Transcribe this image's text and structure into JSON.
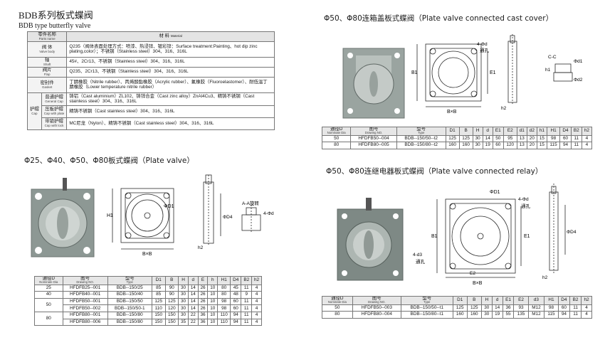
{
  "header": {
    "title_cn": "BDB系列板式蝶阀",
    "title_en": "BDB type butterfly valve"
  },
  "materials": {
    "header": {
      "part_cn": "零件名称",
      "part_en": "Parts name",
      "material_cn": "材 料",
      "material_en": "Material"
    },
    "rows": [
      {
        "part_cn": "阀 体",
        "part_en": "Valve body",
        "material": "Q235（阀体表面处理方式：喷漆、热浸锌、镀彩锌：Surface treatment:Painting、hot dip zinc plating,color）；不锈钢（Stainless steel）304、316、316L"
      },
      {
        "part_cn": "轴",
        "part_en": "Shaft",
        "material": "45#、2Cr13、不锈钢（Stainless steel）304、316、316L"
      },
      {
        "part_cn": "阀片",
        "part_en": "Flap",
        "material": "Q235、2Cr13、不锈钢（Stainless steel）304、316、316L"
      },
      {
        "part_cn": "密封件",
        "part_en": "Gasket",
        "material": "丁腈橡胶（Nitrile rubber）、丙烯酸酯橡胶（Acrylic rubber）、氟橡胶（Fluoroelastomer）、耐低温丁腈橡胶（Lower temperature nitrile rubber）"
      }
    ],
    "cap": {
      "group_cn": "护帽",
      "group_en": "Cap",
      "rows": [
        {
          "part_cn": "普通护帽",
          "part_en": "General Cap",
          "material": "铸铝（Cast aluminium）ZL102、铸锌合金（Cast zinc alloy）ZnAl4Cu3、精铸不锈钢（Cast stainless steel）304、316、316L"
        },
        {
          "part_cn": "压板护帽",
          "part_en": "Cap with plate",
          "material": "精铸不锈钢（Cast stainless steel）304、316、316L"
        },
        {
          "part_cn": "带锁护帽",
          "part_en": "Cap with lock",
          "material": "MC尼龙（Nylon）、精铸不锈钢（Cast stainless steel）304、316、316L"
        }
      ]
    }
  },
  "sections": {
    "plate": "Φ25、Φ40、Φ50、Φ80板式蝶阀（Plate valve）",
    "cover": "Φ50、Φ80连箱盖板式蝶阀（Plate valve connected cast cover）",
    "relay": "Φ50、Φ80连继电器板式蝶阀（Plate valve connected relay）"
  },
  "labels": {
    "bxb": "B×B",
    "b1": "B1",
    "d": "d",
    "h": "h",
    "h1": "H1",
    "h2": "H2",
    "hh1": "h1",
    "hh2": "h2",
    "e1": "E1",
    "e2": "E2",
    "d1": "ΦD1",
    "d4": "ΦD4",
    "d_phi": "Φd",
    "phi_d1": "Φd1",
    "phi_d2": "Φd2",
    "aa": "A-A旋转",
    "a": "A",
    "holes4": "4-Φd",
    "holes4b": "4-Φd",
    "tonghole": "通孔",
    "cc": "C-C",
    "c": "C",
    "d3": "4-d3",
    "tong2": "通孔",
    "d_label": "ΦD"
  },
  "tables": {
    "plate": {
      "headers": [
        {
          "cn": "通径D",
          "en": "Nominate Dia"
        },
        {
          "cn": "图号",
          "en": "Drawing NO."
        },
        {
          "cn": "型号",
          "en": "Type"
        },
        {
          "cn": "D1"
        },
        {
          "cn": "B"
        },
        {
          "cn": "H"
        },
        {
          "cn": "d"
        },
        {
          "cn": "E"
        },
        {
          "cn": "h"
        },
        {
          "cn": "H1"
        },
        {
          "cn": "D4"
        },
        {
          "cn": "B2"
        },
        {
          "cn": "h2"
        }
      ],
      "rows": [
        [
          "25",
          "HFDFB25--001",
          "BDB--150/25",
          "85",
          "90",
          "30",
          "14",
          "26",
          "10",
          "80",
          "45",
          "11",
          "4"
        ],
        [
          "40",
          "HFDFB40--001",
          "BDB--150/40",
          "85",
          "90",
          "30",
          "14",
          "26",
          "10",
          "80",
          "48",
          "9",
          "4"
        ],
        [
          "50",
          "HFDFB50--001",
          "BDB--150/50",
          "125",
          "125",
          "30",
          "14",
          "26",
          "10",
          "98",
          "60",
          "11",
          "4"
        ],
        [
          "",
          "HFDFB50--002",
          "BDB--150/50-1",
          "110",
          "120",
          "30",
          "14",
          "26",
          "10",
          "98",
          "60",
          "11",
          "4"
        ],
        [
          "80",
          "HFDFB80--001",
          "BDB--150/80",
          "150",
          "150",
          "30",
          "22",
          "36",
          "10",
          "110",
          "94",
          "11",
          "4"
        ],
        [
          "",
          "HFDFB80--006",
          "BDB--150/80",
          "150",
          "150",
          "35",
          "22",
          "36",
          "10",
          "110",
          "94",
          "11",
          "4"
        ]
      ]
    },
    "cover": {
      "headers": [
        {
          "cn": "通径D",
          "en": "Nominate Dia"
        },
        {
          "cn": "图号",
          "en": "Drawing NO."
        },
        {
          "cn": "型号",
          "en": "Type"
        },
        {
          "cn": "D1"
        },
        {
          "cn": "B"
        },
        {
          "cn": "H"
        },
        {
          "cn": "d"
        },
        {
          "cn": "E1"
        },
        {
          "cn": "E2"
        },
        {
          "cn": "d1"
        },
        {
          "cn": "d2"
        },
        {
          "cn": "h1"
        },
        {
          "cn": "H1"
        },
        {
          "cn": "D4"
        },
        {
          "cn": "B2"
        },
        {
          "cn": "h2"
        }
      ],
      "rows": [
        [
          "50",
          "HFDFB50--004",
          "BDB--150/50--t2",
          "125",
          "125",
          "30",
          "14",
          "50",
          "95",
          "13",
          "20",
          "15",
          "98",
          "60",
          "11",
          "4"
        ],
        [
          "80",
          "HFDFB80--005",
          "BDB--150/80--t2",
          "160",
          "160",
          "30",
          "19",
          "60",
          "120",
          "13",
          "20",
          "15",
          "115",
          "94",
          "11",
          "4"
        ]
      ]
    },
    "relay": {
      "headers": [
        {
          "cn": "通径D",
          "en": "Nominate Dia"
        },
        {
          "cn": "图号",
          "en": "Drawing NO."
        },
        {
          "cn": "型号",
          "en": "Type"
        },
        {
          "cn": "D1"
        },
        {
          "cn": "B"
        },
        {
          "cn": "H"
        },
        {
          "cn": "d"
        },
        {
          "cn": "E1"
        },
        {
          "cn": "E2"
        },
        {
          "cn": "d3"
        },
        {
          "cn": "H1"
        },
        {
          "cn": "D4"
        },
        {
          "cn": "B2"
        },
        {
          "cn": "h2"
        }
      ],
      "rows": [
        [
          "50",
          "HFDFB50--003",
          "BDB--150/50--t1",
          "125",
          "125",
          "30",
          "14",
          "36",
          "93",
          "M12",
          "98",
          "60",
          "11",
          "4"
        ],
        [
          "80",
          "HFDFB80--004",
          "BDB--150/80--t1",
          "160",
          "160",
          "30",
          "19",
          "55",
          "135",
          "M12",
          "115",
          "94",
          "11",
          "4"
        ]
      ]
    }
  },
  "colors": {
    "valve_body": "#8d9894",
    "valve_light": "#b9c1bd",
    "line": "#2a2a2a",
    "header_bg": "#e6e6e6"
  }
}
